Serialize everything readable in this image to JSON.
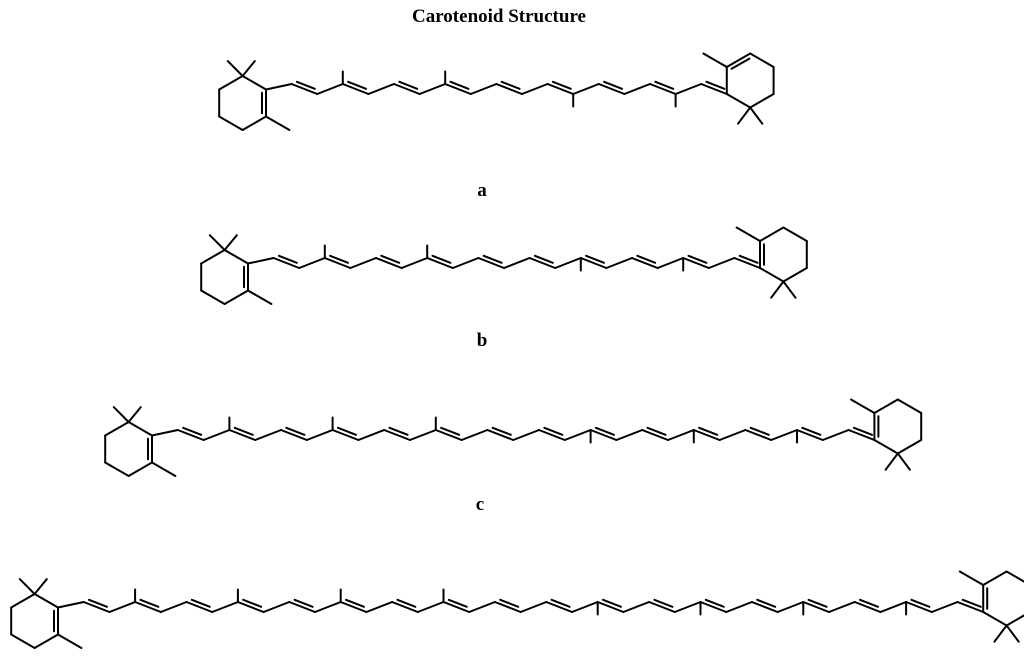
{
  "title": "Carotenoid Structure",
  "molecules": [
    {
      "label": "a"
    },
    {
      "label": "b"
    },
    {
      "label": "c"
    },
    {
      "label": ""
    }
  ]
}
